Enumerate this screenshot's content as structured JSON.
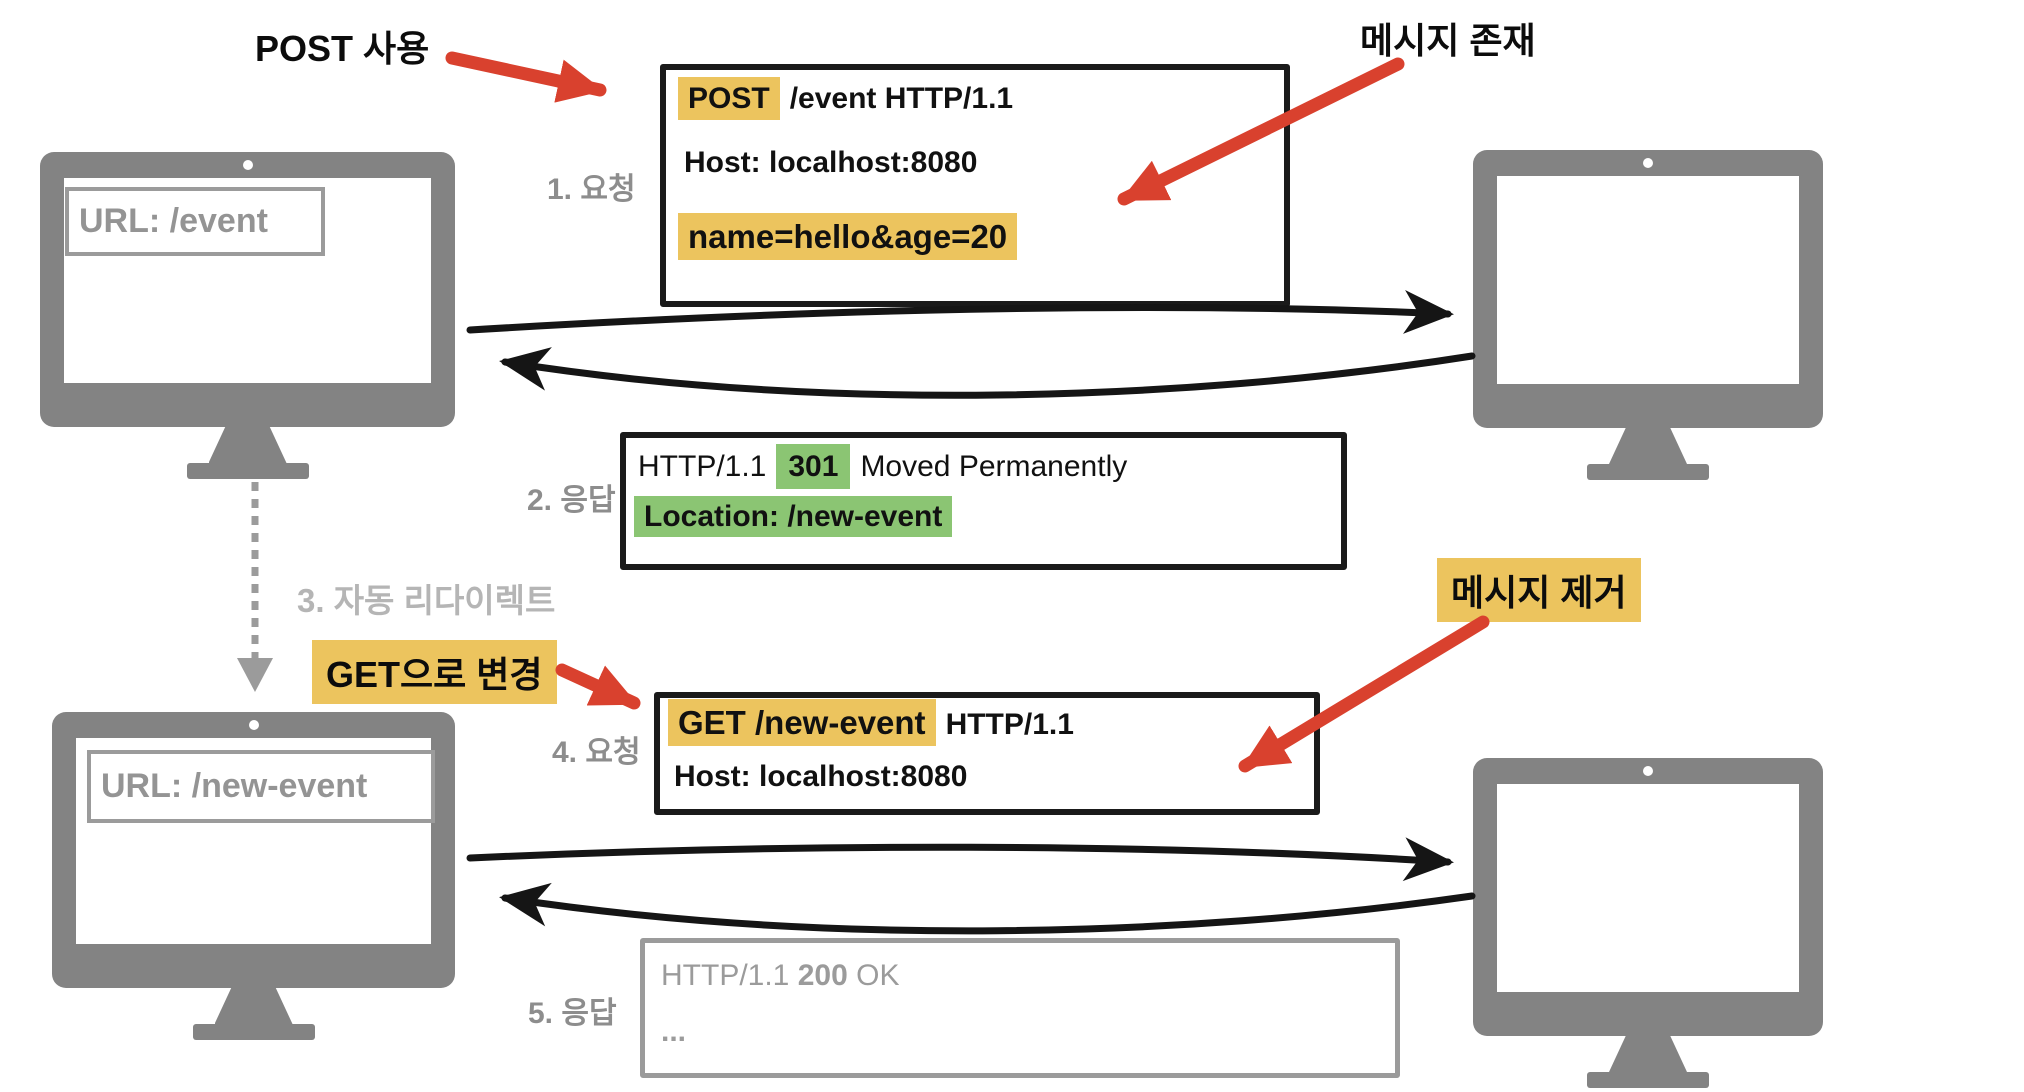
{
  "colors": {
    "highlight_orange": "#ecc45e",
    "highlight_green": "#8bc573",
    "arrow_red": "#d9412e",
    "monitor_gray": "#838383",
    "label_gray": "#8d8d8d",
    "faded_gray": "#b5b5b5",
    "inactive_gray": "#9b9b9b",
    "ink_black": "#1a1a1a"
  },
  "annotations": {
    "post_usage": "POST 사용",
    "message_exists": "메시지 존재",
    "auto_redirect": "3. 자동 리다이렉트",
    "change_to_get": "GET으로 변경",
    "message_removed": "메시지 제거"
  },
  "monitors": {
    "client_top": {
      "url": "URL: /event"
    },
    "client_bottom": {
      "url": "URL: /new-event"
    }
  },
  "messages": {
    "request1": {
      "step": "1. 요청",
      "method": "POST",
      "target": "/event HTTP/1.1",
      "host": "Host: localhost:8080",
      "body": "name=hello&age=20"
    },
    "response2": {
      "step": "2. 응답",
      "version": "HTTP/1.1",
      "status": "301",
      "reason": "Moved Permanently",
      "location": "Location: /new-event"
    },
    "request4": {
      "step": "4. 요청",
      "method_path": "GET /new-event",
      "version": "HTTP/1.1",
      "host": "Host: localhost:8080"
    },
    "response5": {
      "step": "5. 응답",
      "version": "HTTP/1.1",
      "status": "200",
      "reason": "OK",
      "body": "..."
    }
  }
}
